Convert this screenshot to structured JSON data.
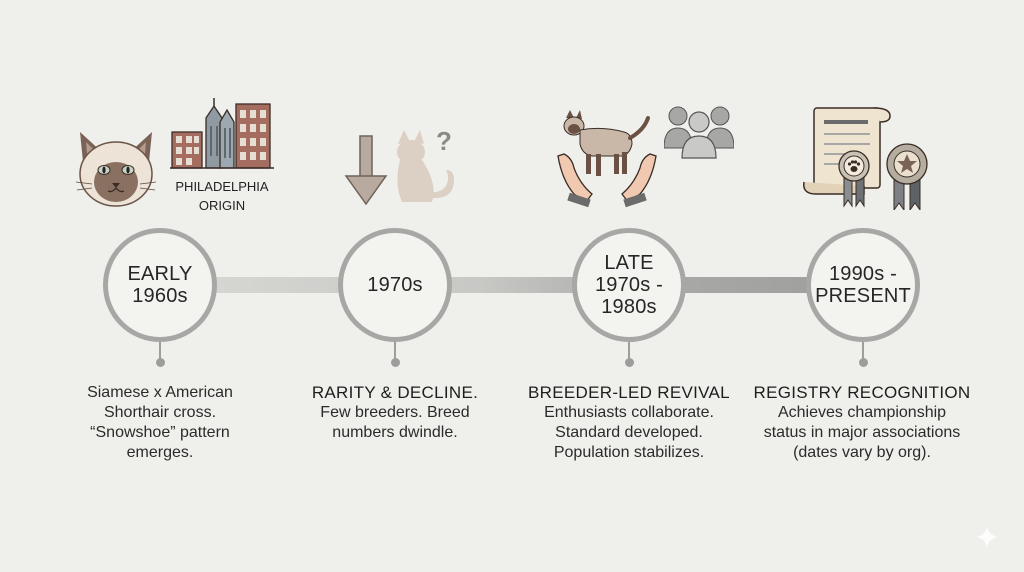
{
  "milestones": [
    {
      "period": "EARLY\n1960s",
      "title": "",
      "body": "Siamese x American\nShorthair cross.\n“Snowshoe” pattern\nemerges.",
      "icon": "siamese-cat-face-and-city-icon",
      "icon_label": "PHILADELPHIA\nORIGIN"
    },
    {
      "period": "1970s",
      "title": "RARITY & DECLINE.",
      "body": "Few breeders. Breed\nnumbers dwindle.",
      "icon": "down-arrow-cat-question-icon"
    },
    {
      "period": "LATE\n1970s -\n1980s",
      "title": "BREEDER-LED REVIVAL",
      "body": "Enthusiasts collaborate.\nStandard developed.\nPopulation stabilizes.",
      "icon": "hands-cat-people-icon"
    },
    {
      "period": "1990s -\nPRESENT",
      "title": "REGISTRY RECOGNITION",
      "body": "Achieves championship\nstatus in major associations\n(dates vary by org).",
      "icon": "certificate-ribbons-icon"
    }
  ],
  "colors": {
    "background": "#efefeb",
    "circle_border": "#a7a8a6",
    "cat_body": "#c9b8a8",
    "cat_mask": "#7a6356",
    "building": "#a56d5f"
  }
}
